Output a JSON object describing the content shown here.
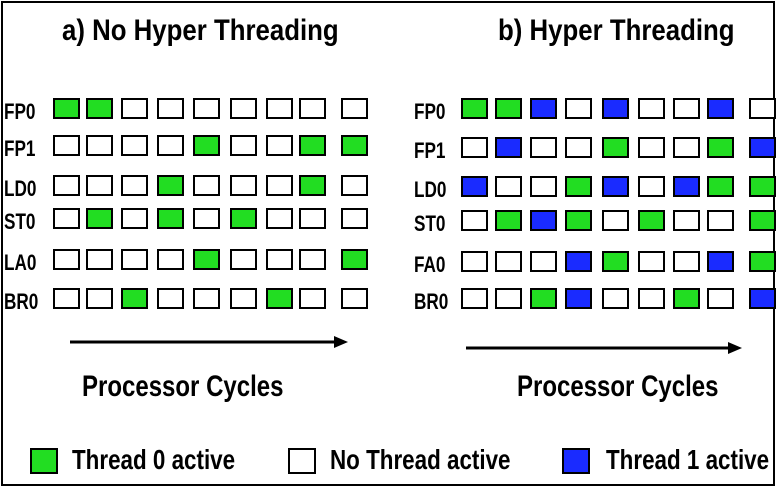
{
  "colors": {
    "thread0": "#22dd22",
    "none": "#ffffff",
    "thread1": "#1a2bff"
  },
  "panels": [
    {
      "title": "a) No Hyper Threading",
      "axis_label": "Processor Cycles",
      "rows": [
        {
          "label": "FP0",
          "cells": [
            0,
            0,
            -1,
            -1,
            -1,
            -1,
            -1,
            -1,
            -1
          ]
        },
        {
          "label": "FP1",
          "cells": [
            -1,
            -1,
            -1,
            -1,
            0,
            -1,
            -1,
            0,
            0
          ]
        },
        {
          "label": "LD0",
          "cells": [
            -1,
            -1,
            -1,
            0,
            -1,
            -1,
            -1,
            0,
            -1
          ]
        },
        {
          "label": "ST0",
          "cells": [
            -1,
            0,
            -1,
            0,
            -1,
            0,
            -1,
            -1,
            -1
          ]
        },
        {
          "label": "LA0",
          "cells": [
            -1,
            -1,
            -1,
            -1,
            0,
            -1,
            -1,
            -1,
            0
          ]
        },
        {
          "label": "BR0",
          "cells": [
            -1,
            -1,
            0,
            -1,
            -1,
            -1,
            0,
            -1,
            -1
          ]
        }
      ]
    },
    {
      "title": "b) Hyper Threading",
      "axis_label": "Processor Cycles",
      "rows": [
        {
          "label": "FP0",
          "cells": [
            0,
            0,
            1,
            -1,
            1,
            -1,
            -1,
            1,
            -1
          ]
        },
        {
          "label": "FP1",
          "cells": [
            -1,
            1,
            -1,
            -1,
            0,
            -1,
            -1,
            0,
            1
          ]
        },
        {
          "label": "LD0",
          "cells": [
            1,
            -1,
            -1,
            0,
            1,
            -1,
            1,
            0,
            0
          ]
        },
        {
          "label": "ST0",
          "cells": [
            -1,
            0,
            1,
            0,
            -1,
            0,
            -1,
            -1,
            0
          ]
        },
        {
          "label": "FA0",
          "cells": [
            -1,
            -1,
            -1,
            1,
            0,
            -1,
            -1,
            1,
            0
          ]
        },
        {
          "label": "BR0",
          "cells": [
            -1,
            -1,
            0,
            1,
            -1,
            -1,
            0,
            -1,
            1
          ]
        }
      ]
    }
  ],
  "legend": {
    "thread0": "Thread 0  active",
    "none": "No Thread active",
    "thread1": "Thread 1 active"
  }
}
